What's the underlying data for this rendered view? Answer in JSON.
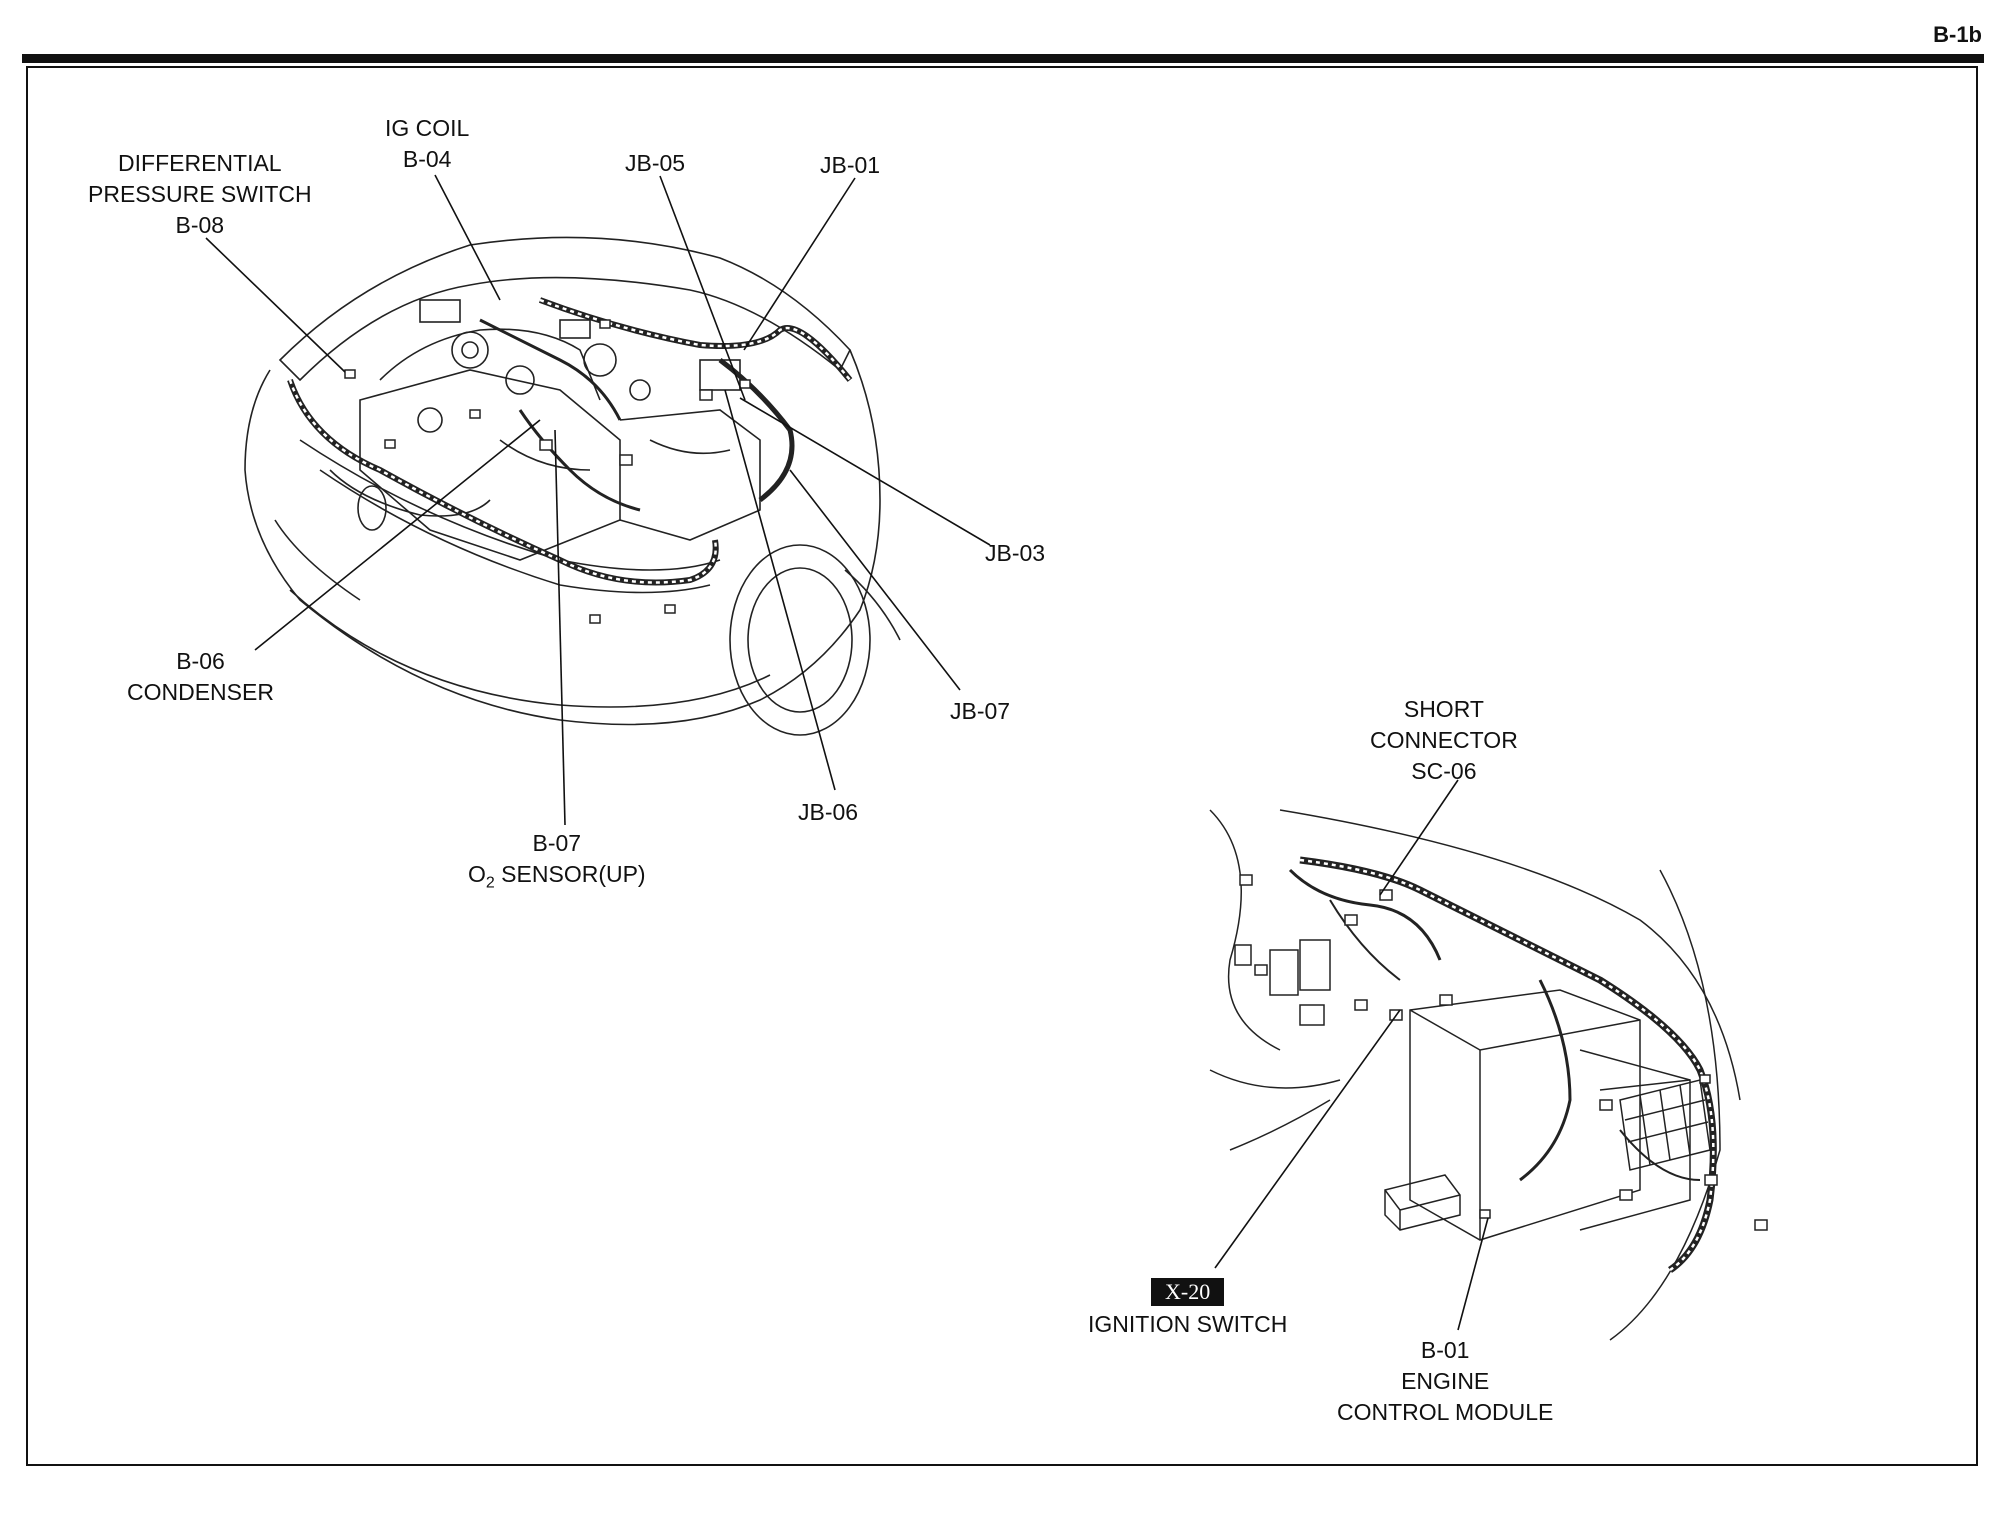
{
  "page_code": "B-1b",
  "labels": {
    "ig_coil": {
      "line1": "IG COIL",
      "line2": "B-04"
    },
    "diff_pressure": {
      "line1": "DIFFERENTIAL",
      "line2": "PRESSURE SWITCH",
      "line3": "B-08"
    },
    "jb05": "JB-05",
    "jb01": "JB-01",
    "jb03": "JB-03",
    "jb07": "JB-07",
    "jb06": "JB-06",
    "condenser": {
      "line1": "B-06",
      "line2": "CONDENSER"
    },
    "o2_sensor": {
      "line1": "B-07",
      "prefix": "O",
      "sub": "2",
      "suffix": " SENSOR(UP)"
    },
    "short_connector": {
      "line1": "SHORT",
      "line2": "CONNECTOR",
      "line3": "SC-06"
    },
    "ignition_switch": {
      "badge": "X-20",
      "line1": "IGNITION SWITCH"
    },
    "ecm": {
      "line1": "B-01",
      "line2": "ENGINE",
      "line3": "CONTROL MODULE"
    }
  }
}
